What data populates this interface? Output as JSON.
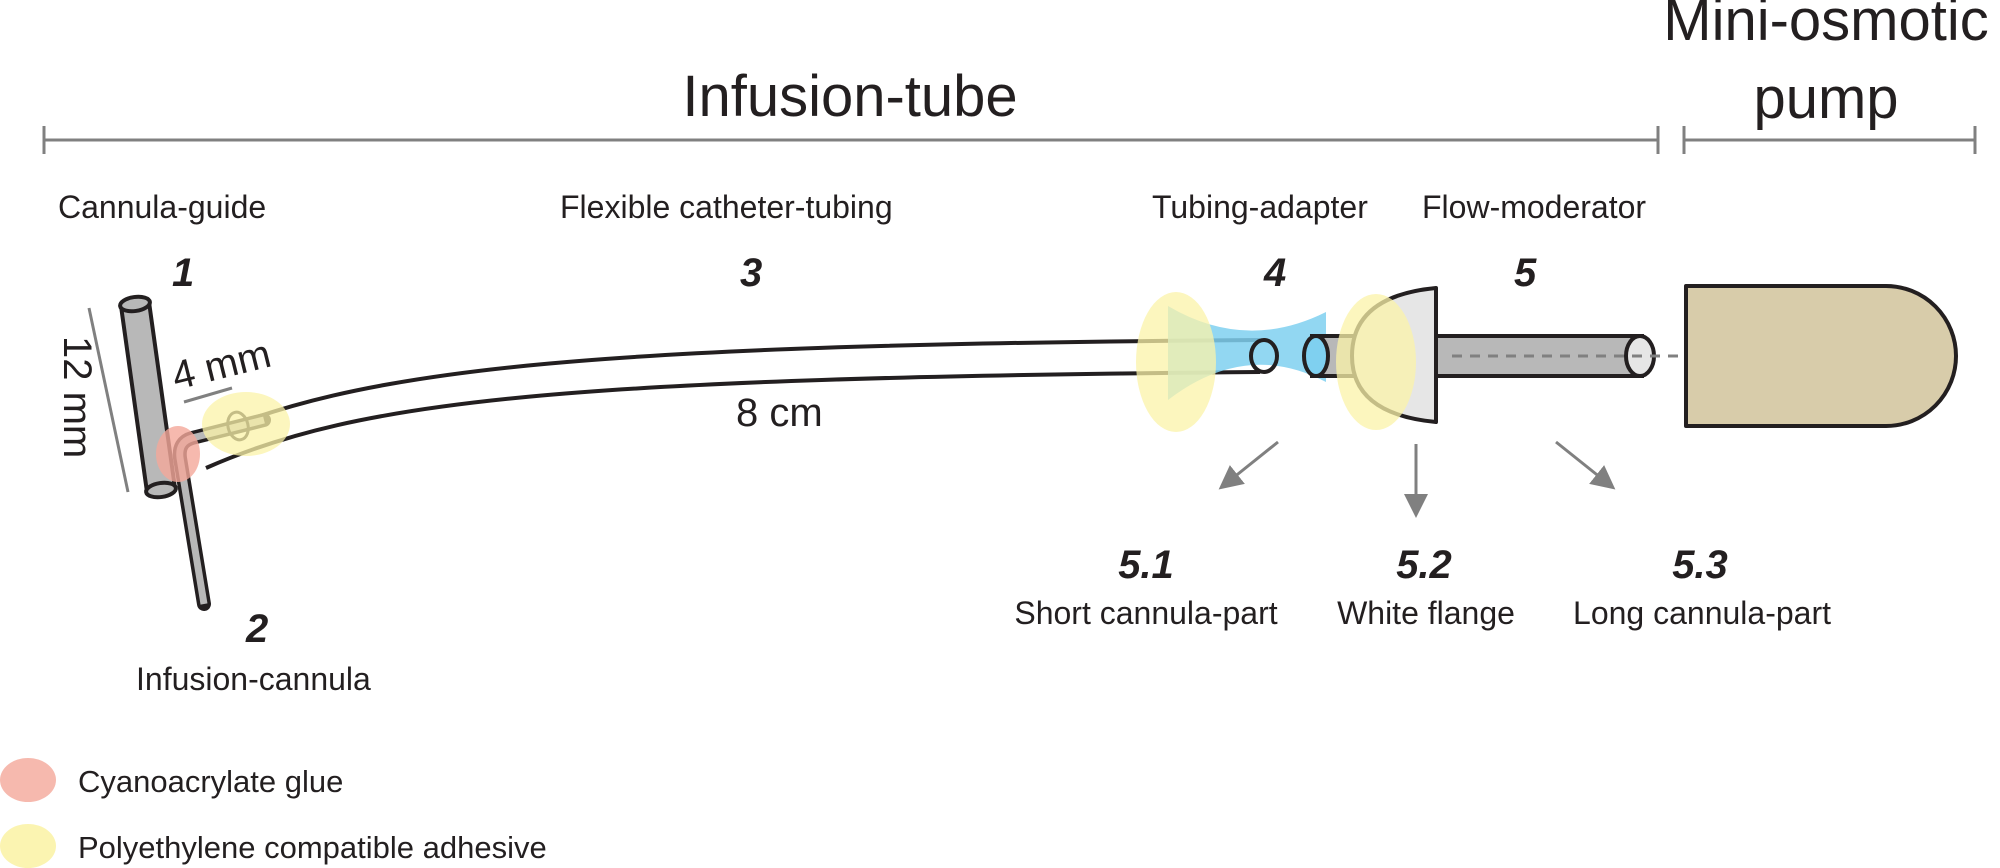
{
  "sections": {
    "infusion_tube": "Infusion-tube",
    "pump_line1": "Mini-osmotic",
    "pump_line2": "pump"
  },
  "components": {
    "c1": {
      "number": "1",
      "label": "Cannula-guide"
    },
    "c2": {
      "number": "2",
      "label": "Infusion-cannula"
    },
    "c3": {
      "number": "3",
      "label": "Flexible catheter-tubing"
    },
    "c4": {
      "number": "4",
      "label": "Tubing-adapter"
    },
    "c5": {
      "number": "5",
      "label": "Flow-moderator"
    },
    "c51": {
      "number": "5.1",
      "label": "Short cannula-part"
    },
    "c52": {
      "number": "5.2",
      "label": "White flange"
    },
    "c53": {
      "number": "5.3",
      "label": "Long cannula-part"
    }
  },
  "dimensions": {
    "guide_length": "12 mm",
    "cannula_protrusion": "4 mm",
    "tubing_length": "8 cm"
  },
  "legend": [
    {
      "label": "Cyanoacrylate glue",
      "color": "#f4a79a"
    },
    {
      "label": "Polyethylene compatible adhesive",
      "color": "#fbf3a8"
    }
  ],
  "colors": {
    "adapter": "#7fd0f0",
    "metal": "#b8b8b8",
    "flange": "#e6e6e6",
    "pump": "#d8ccaa",
    "bracket": "#808080"
  }
}
